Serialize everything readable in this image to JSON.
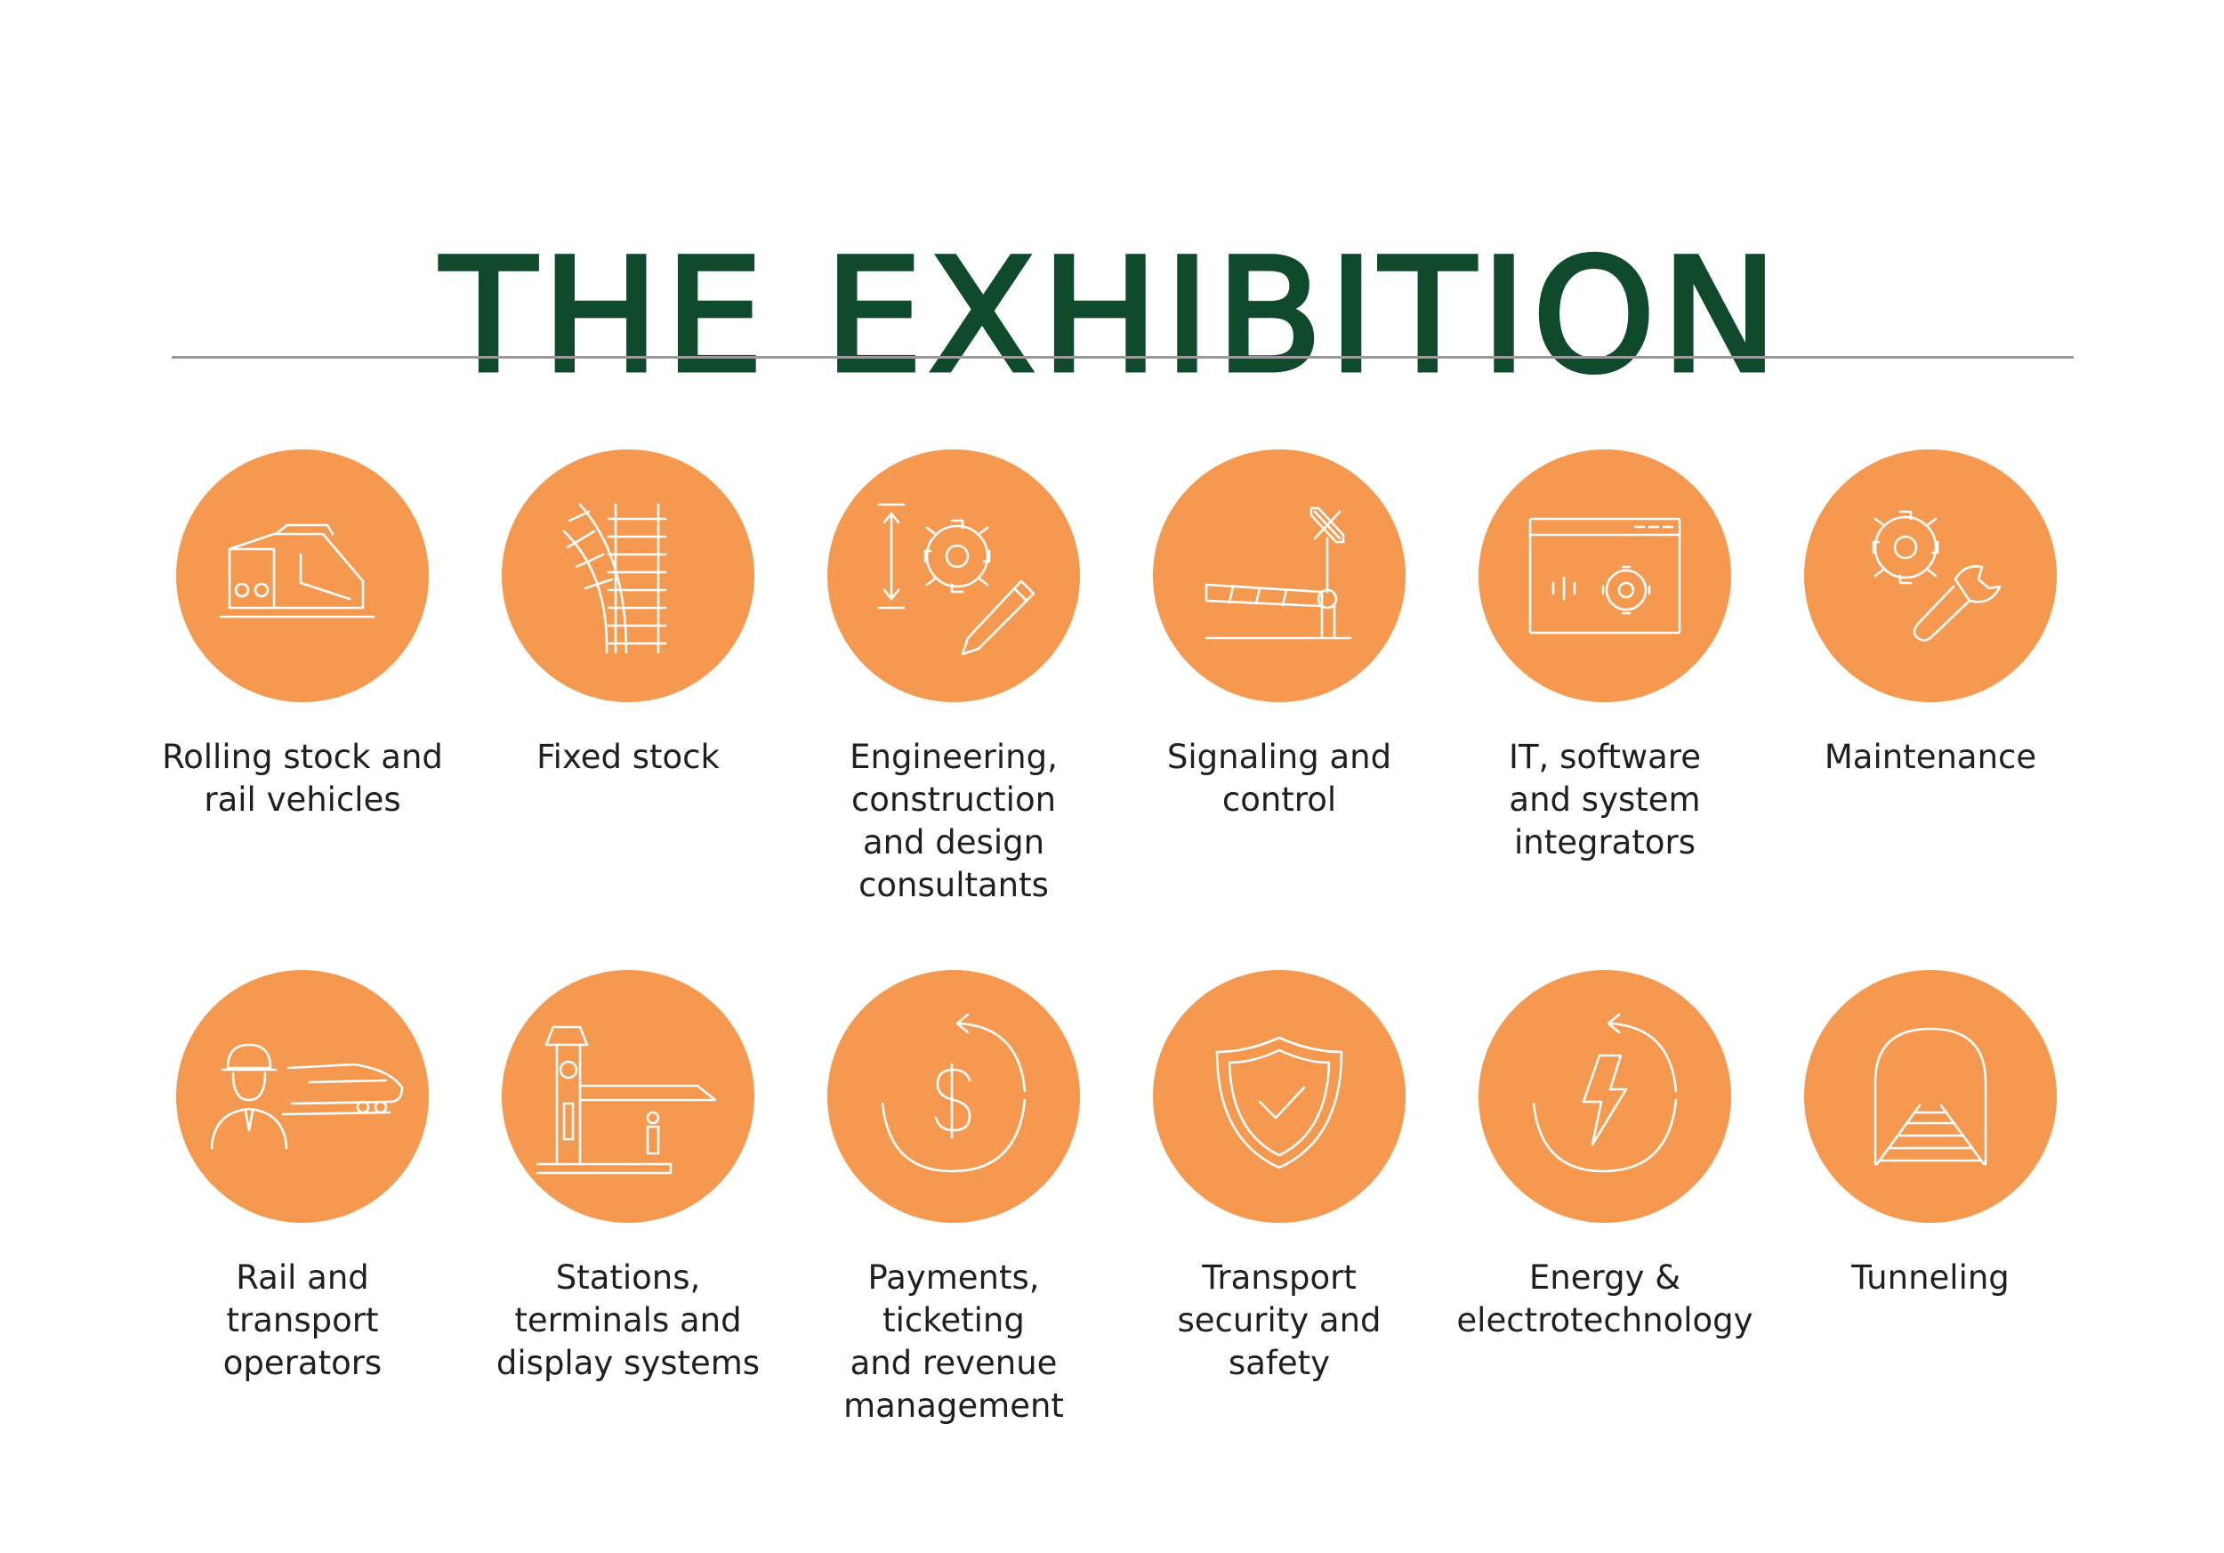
{
  "page": {
    "title": "THE EXHIBITION",
    "title_color": "#0e4a2b",
    "accent_color": "#f4994f"
  },
  "categories": [
    {
      "label": "Rolling stock and\nrail vehicles",
      "icon": "train-icon"
    },
    {
      "label": "Fixed stock",
      "icon": "rail-track-icon"
    },
    {
      "label": "Engineering,\nconstruction\nand design\nconsultants",
      "icon": "gear-pencil-icon"
    },
    {
      "label": "Signaling and\ncontrol",
      "icon": "barrier-crossing-icon"
    },
    {
      "label": "IT, software\nand system\nintegrators",
      "icon": "window-gear-icon"
    },
    {
      "label": "Maintenance",
      "icon": "gear-wrench-icon"
    },
    {
      "label": "Rail and\ntransport\noperators",
      "icon": "worker-train-icon"
    },
    {
      "label": "Stations,\nterminals and\ndisplay systems",
      "icon": "station-icon"
    },
    {
      "label": "Payments,\nticketing\nand revenue\nmanagement",
      "icon": "dollar-cycle-icon"
    },
    {
      "label": "Transport\nsecurity and\nsafety",
      "icon": "shield-check-icon"
    },
    {
      "label": "Energy &\nelectrotechnology",
      "icon": "lightning-cycle-icon"
    },
    {
      "label": "Tunneling",
      "icon": "tunnel-icon"
    }
  ]
}
